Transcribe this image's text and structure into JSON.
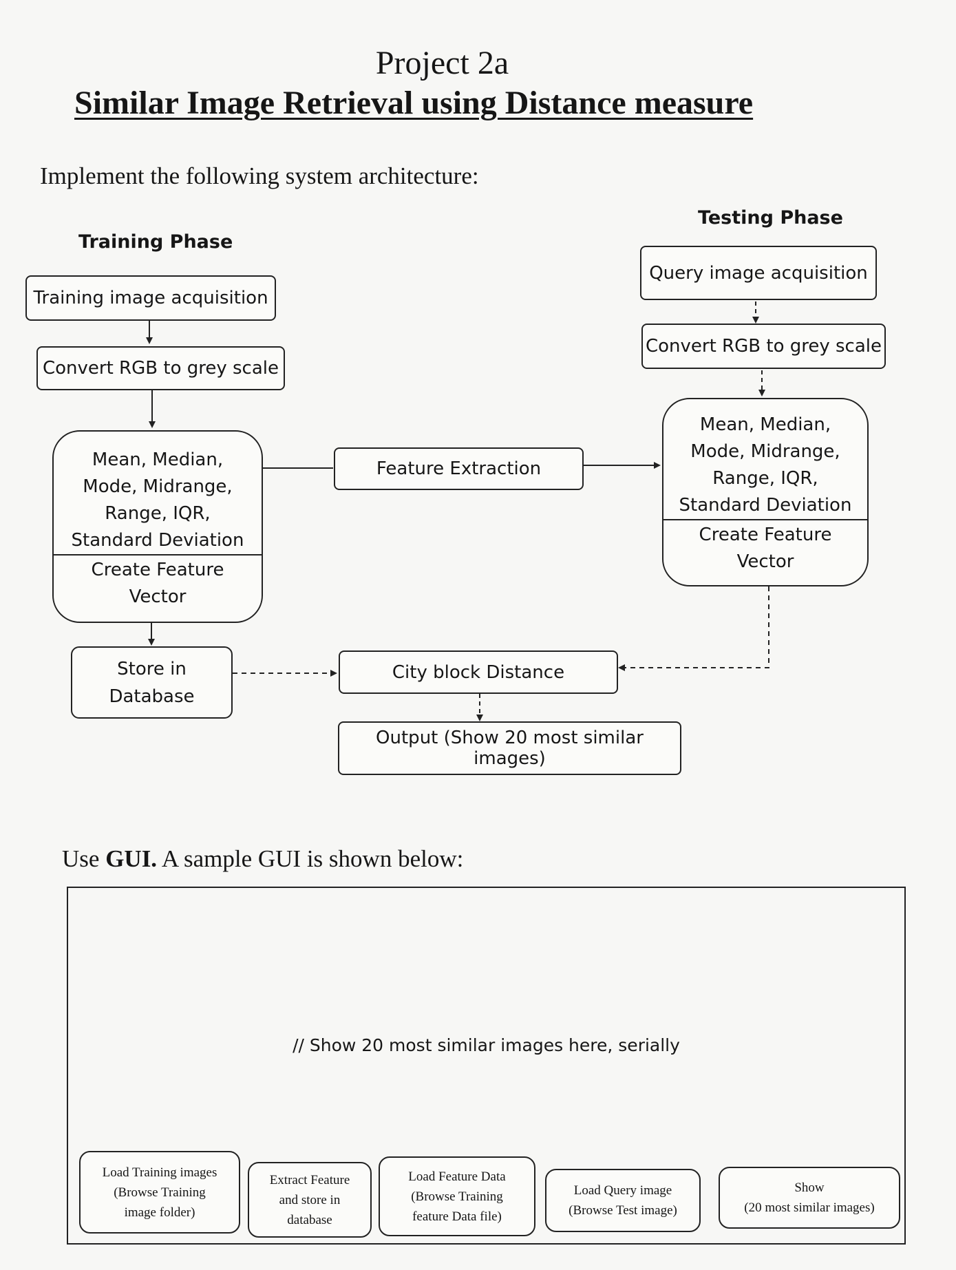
{
  "header": {
    "project": "Project 2a",
    "title": "Similar Image Retrieval using Distance measure"
  },
  "intro": "Implement the following system architecture:",
  "training": {
    "heading": "Training Phase",
    "acquisition": "Training image acquisition",
    "convert": "Convert RGB to grey scale",
    "stats": [
      "Mean, Median,",
      "Mode, Midrange,",
      "Range, IQR,",
      "Standard Deviation"
    ],
    "vector": [
      "Create Feature",
      "Vector"
    ],
    "store": [
      "Store in",
      "Database"
    ]
  },
  "testing": {
    "heading": "Testing Phase",
    "acquisition": "Query image acquisition",
    "convert": "Convert RGB to grey scale",
    "stats": [
      "Mean, Median,",
      "Mode, Midrange,",
      "Range, IQR,",
      "Standard Deviation"
    ],
    "vector": [
      "Create Feature",
      "Vector"
    ]
  },
  "center": {
    "feature_extraction": "Feature Extraction",
    "distance": "City block Distance",
    "output": "Output (Show 20 most similar images)"
  },
  "gui_intro": {
    "prefix": "Use ",
    "bold": "GUI.",
    "suffix": " A sample GUI is shown below:"
  },
  "gui": {
    "placeholder": "// Show 20 most similar images here, serially",
    "buttons": [
      "Load Training images\n(Browse Training\nimage folder)",
      "Extract Feature\nand store in\ndatabase",
      "Load Feature Data\n(Browse Training\nfeature Data file)",
      "Load Query image\n(Browse Test image)",
      "Show\n(20 most similar images)"
    ]
  }
}
